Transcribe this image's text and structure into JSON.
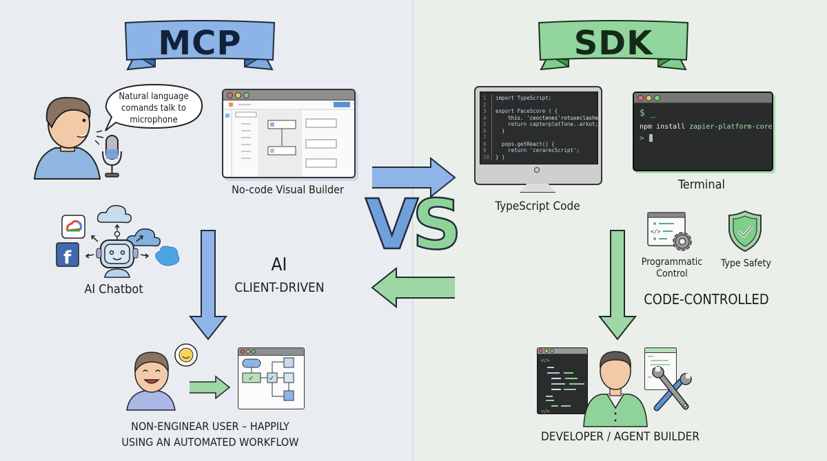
{
  "left_panel": {
    "banner_title": "MCP",
    "accent_color": "#5b92d6",
    "speech_bubble": "Natural language comands talk to microphone",
    "speech_lines": [
      "Natural language",
      "comands talk to",
      "microphone"
    ],
    "visual_builder_label": "No-code Visual Builder",
    "chatbot_label": "AI Chatbot",
    "chatbot_integrations": [
      "google-cloud-icon",
      "cloud-icon",
      "cloud-icon",
      "facebook-icon",
      "integration-icon"
    ],
    "mode_title": "AI",
    "mode_subtitle": "CLIENT-DRIVEN",
    "outcome_lines": [
      "NON-ENGINEAR USER – HAPPILY",
      "USING AN AUTOMATED WORKFLOW"
    ]
  },
  "center": {
    "vs_left": "V",
    "vs_right": "S"
  },
  "right_panel": {
    "banner_title": "SDK",
    "accent_color": "#6cc47a",
    "code_lines": [
      {
        "n": "1",
        "text": "import TypeScript;"
      },
      {
        "n": "2",
        "text": ""
      },
      {
        "n": "3",
        "text": "export FaceScore ( {"
      },
      {
        "n": "4",
        "text": "    this. 'ceoctenes'rotuxeclashe';"
      },
      {
        "n": "5",
        "text": "    return capterplatTone..arkot;"
      },
      {
        "n": "6",
        "text": "  )"
      },
      {
        "n": "7",
        "text": ""
      },
      {
        "n": "8",
        "text": "  pops.getReact() {"
      },
      {
        "n": "9",
        "text": "    return 'cerarecScript';"
      },
      {
        "n": "10",
        "text": "} )"
      }
    ],
    "typescript_label": "TypeScript Code",
    "terminal_prompt": "$ _",
    "terminal_cmd": "npm install",
    "terminal_pkg": "zapier-platform-core",
    "terminal_caret": ">",
    "terminal_label": "Terminal",
    "programmatic_lines": [
      "Programmatic",
      "Control"
    ],
    "type_safety_label": "Type Safety",
    "mode_title": "CODE-CONTROLLED",
    "outcome_label": "DEVELOPER / AGENT BUILDER"
  }
}
